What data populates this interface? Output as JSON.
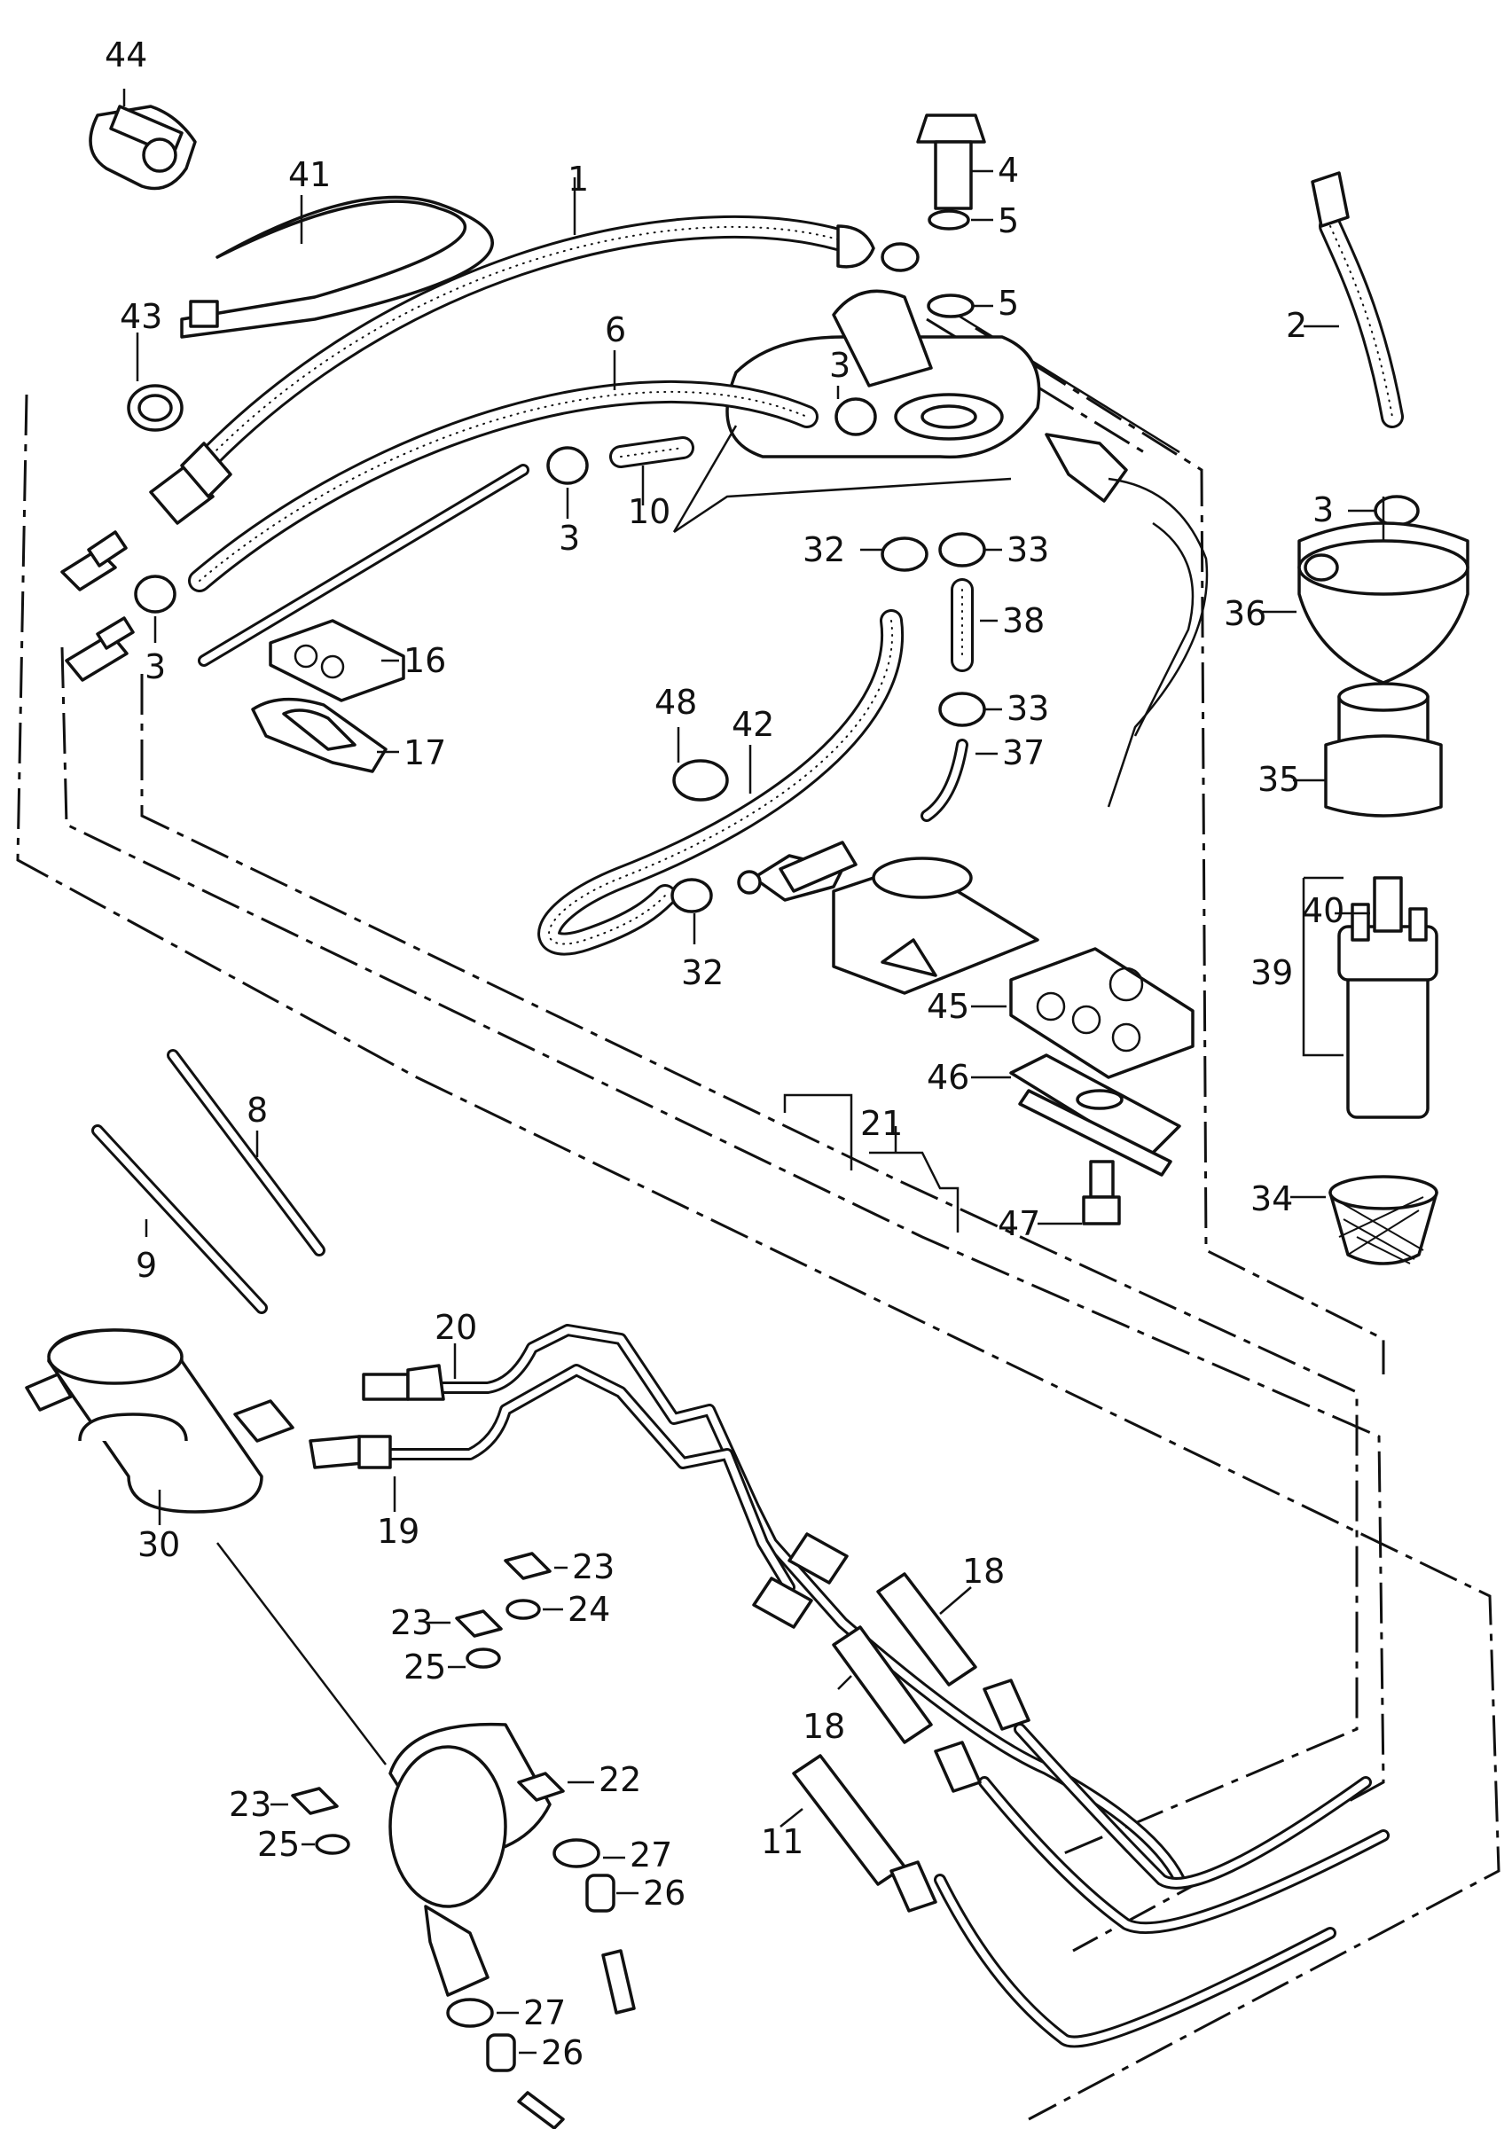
{
  "callouts": {
    "c1": "1",
    "c2": "2",
    "c3a": "3",
    "c3b": "3",
    "c3c": "3",
    "c3d": "3",
    "c4": "4",
    "c5a": "5",
    "c5b": "5",
    "c6": "6",
    "c8": "8",
    "c9": "9",
    "c10": "10",
    "c11": "11",
    "c16": "16",
    "c17": "17",
    "c18a": "18",
    "c18b": "18",
    "c19": "19",
    "c20": "20",
    "c21": "21",
    "c22": "22",
    "c23a": "23",
    "c23b": "23",
    "c23c": "23",
    "c24": "24",
    "c25a": "25",
    "c25b": "25",
    "c26a": "26",
    "c26b": "26",
    "c27a": "27",
    "c27b": "27",
    "c30": "30",
    "c32a": "32",
    "c32b": "32",
    "c33a": "33",
    "c33b": "33",
    "c34": "34",
    "c35": "35",
    "c36": "36",
    "c37": "37",
    "c38": "38",
    "c39": "39",
    "c40": "40",
    "c41": "41",
    "c42": "42",
    "c43": "43",
    "c44": "44",
    "c45": "45",
    "c46": "46",
    "c47": "47",
    "c48": "48"
  }
}
